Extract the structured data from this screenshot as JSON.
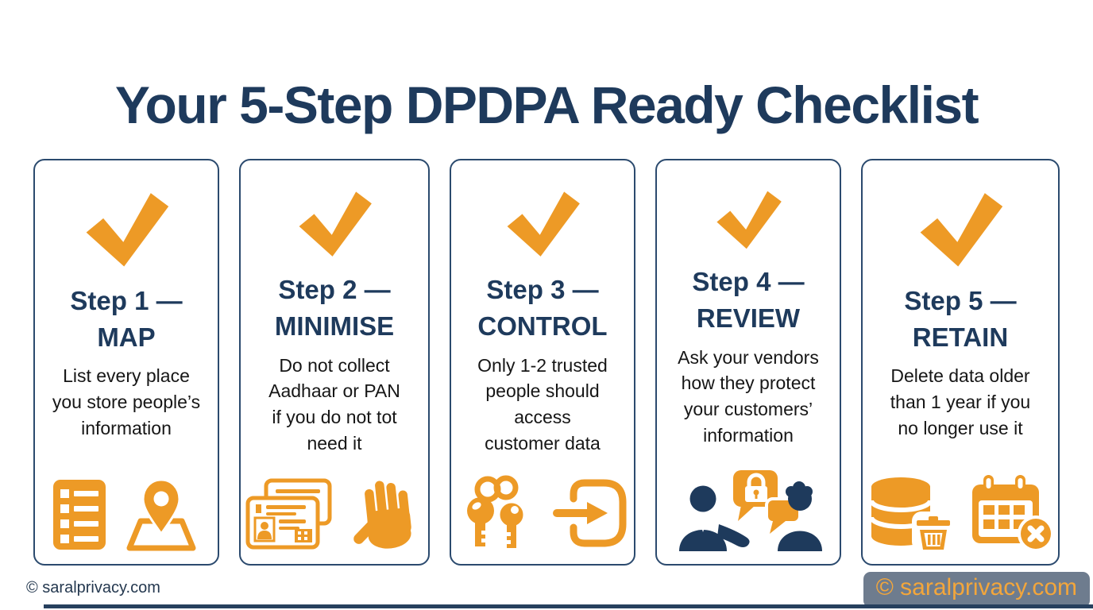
{
  "page": {
    "title": "Your 5-Step DPDPA Ready Checklist",
    "footer_left": "© saralprivacy.com",
    "watermark": "© saralprivacy.com"
  },
  "colors": {
    "navy": "#1e3a5c",
    "orange": "#ed9a26",
    "body_text": "#161616",
    "card_border": "#2b4a6e",
    "watermark_bg": "#6e7c8e",
    "watermark_text": "#f3a63b"
  },
  "steps": [
    {
      "heading_line1": "Step 1 —",
      "heading_line2": "MAP",
      "description": "List every place\nyou store people’s\ninformation",
      "icons": [
        "checklist-icon",
        "map-pin-icon"
      ]
    },
    {
      "heading_line1": "Step 2 —",
      "heading_line2": "MINIMISE",
      "description": "Do not collect\nAadhaar or PAN\nif you do not tot\nneed it",
      "icons": [
        "id-cards-icon",
        "stop-hand-icon"
      ]
    },
    {
      "heading_line1": "Step 3 —",
      "heading_line2": "CONTROL",
      "description": "Only 1-2 trusted\npeople should\naccess\ncustomer data",
      "icons": [
        "keys-icon",
        "login-icon"
      ]
    },
    {
      "heading_line1": "Step 4 —",
      "heading_line2": "REVIEW",
      "description": "Ask your vendors\nhow they protect\nyour customers’\ninformation",
      "icons": [
        "vendor-conversation-icon"
      ]
    },
    {
      "heading_line1": "Step 5 —",
      "heading_line2": "RETAIN",
      "description": "Delete data older\nthan 1 year if you\nno longer use it",
      "icons": [
        "database-delete-icon",
        "calendar-x-icon"
      ]
    }
  ]
}
